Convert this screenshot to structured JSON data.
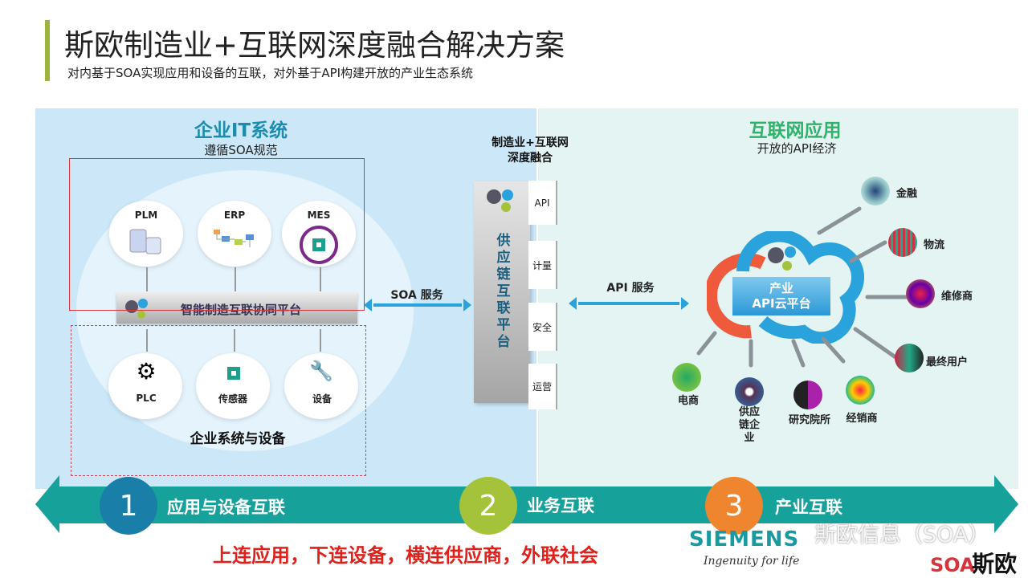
{
  "header": {
    "title": "斯欧制造业+互联网深度融合解决方案",
    "subtitle": "对内基于SOA实现应用和设备的互联，对外基于API构建开放的产业生态系统"
  },
  "left": {
    "title": "企业IT系统",
    "subtitle": "遵循SOA规范",
    "top_nodes": [
      "PLM",
      "ERP",
      "MES"
    ],
    "platform": "智能制造互联协同平台",
    "bottom_nodes": [
      "PLC",
      "传感器",
      "设备"
    ],
    "group_label": "企业系统与设备"
  },
  "center": {
    "title_line1": "制造业+互联网",
    "title_line2": "深度融合",
    "column": "供应链互联平台",
    "tabs": [
      "API",
      "计量",
      "安全",
      "运营"
    ],
    "soa_arrow": "SOA 服务",
    "api_arrow": "API 服务"
  },
  "right": {
    "title": "互联网应用",
    "subtitle": "开放的API经济",
    "cloud_line1": "产业",
    "cloud_line2": "API云平台",
    "satellites": [
      "金融",
      "物流",
      "维修商",
      "最终用户",
      "电商",
      "供应链企业",
      "研究院所",
      "经销商"
    ]
  },
  "banner": {
    "steps": [
      {
        "num": "1",
        "label": "应用与设备互联",
        "color": "#1a7fa8"
      },
      {
        "num": "2",
        "label": "业务互联",
        "color": "#a4c23a"
      },
      {
        "num": "3",
        "label": "产业互联",
        "color": "#f08530"
      }
    ],
    "slogan": "上连应用，下连设备，横连供应商，外联社会"
  },
  "footer": {
    "siemens": "SIEMENS",
    "siemens_tagline": "Ingenuity for life",
    "watermark": "斯欧信息（SOA）",
    "soa_logo": "SOA",
    "soa_name": "斯欧"
  },
  "colors": {
    "accent_teal": "#17a19b",
    "accent_red": "#e0201a",
    "accent_green_bar": "#9bb53c"
  }
}
